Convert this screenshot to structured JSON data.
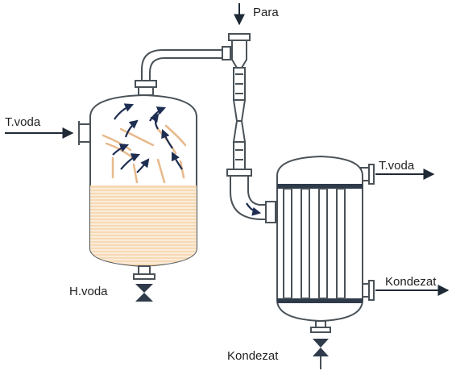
{
  "labels": {
    "steam_in": "Para",
    "cooling_water_in": "T.voda",
    "cooling_water_out": "T.voda",
    "condensate_side": "Kondezat",
    "condensate_bottom": "Kondezat",
    "hot_water": "H.voda"
  },
  "colors": {
    "liquid": "#f7d9b4",
    "vapor": "#e8b98a",
    "flow_arrows": "#1e2e52",
    "outline": "#4a5258"
  }
}
